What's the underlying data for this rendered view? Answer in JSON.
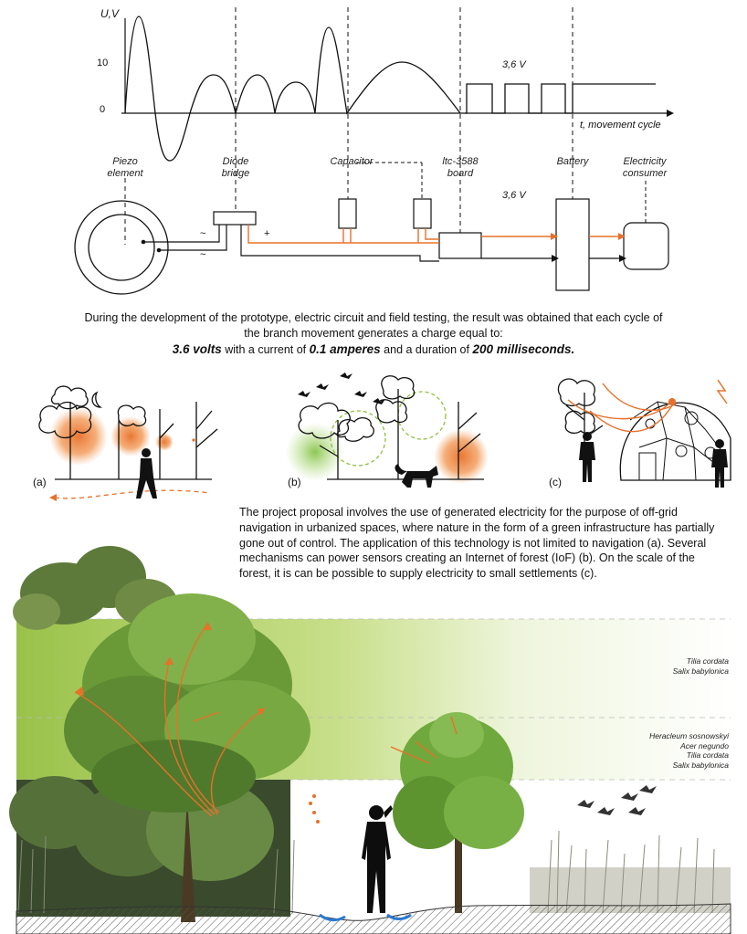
{
  "signal_chart": {
    "y_axis_label": "U,V",
    "y_tick_10": "10",
    "y_tick_0": "0",
    "x_axis_label": "t, movement cycle",
    "pulse_voltage_label": "3,6 V"
  },
  "circuit": {
    "piezo_label": "Piezo\nelement",
    "diode_label": "Diode\nbridge",
    "capacitor_label": "Capacitor",
    "board_label": "ltc-3588\nboard",
    "battery_label": "Battery",
    "consumer_label": "Electricity\nconsumer",
    "output_voltage_label": "3,6 V",
    "ac_symbol": "~",
    "plus_symbol": "+",
    "minus_symbol": "-"
  },
  "summary": {
    "line1": "During the development of the prototype, electric circuit and field testing, the result was obtained that each cycle of",
    "line2": "the branch movement generates a charge equal to:",
    "voltage_value": "3.6 volts",
    "current_prefix": " with a current of ",
    "current_value": "0.1 amperes",
    "duration_prefix": " and a duration of ",
    "duration_value": "200 milliseconds."
  },
  "panels": {
    "a_label": "(a)",
    "b_label": "(b)",
    "c_label": "(c)"
  },
  "proposal_text": "The project proposal involves the use of generated electricity for the purpose of off-grid navigation in urbanized spaces, where nature in the form of a green infrastructure has partially gone out of control. The application of this technology is not limited to navigation (a). Several mechanisms can power sensors creating an Internet of forest (IoF) (b). On the scale of the forest, it is can be possible to supply electricity to small settlements (c).",
  "species_upper": [
    "Tilia cordata",
    "Salix babylonica"
  ],
  "species_lower": [
    "Heracleum sosnowskyi",
    "Acer negundo",
    "Tilia cordata",
    "Salix babylonica"
  ],
  "colors": {
    "accent_orange": "#e8702a",
    "foliage_green": "#8cbf3f",
    "line_dark": "#111111"
  }
}
